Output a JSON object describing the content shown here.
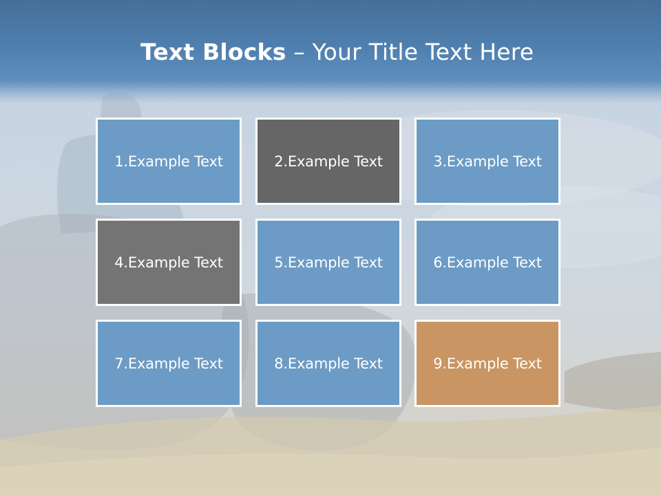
{
  "title": {
    "bold": "Text Blocks",
    "separator": " – ",
    "rest": "Your Title Text Here"
  },
  "blocks": [
    {
      "label": "1.Example Text",
      "color": "#6c9bc5"
    },
    {
      "label": "2.Example Text",
      "color": "#666666"
    },
    {
      "label": "3.Example Text",
      "color": "#6c9bc5"
    },
    {
      "label": "4.Example Text",
      "color": "#747474"
    },
    {
      "label": "5.Example Text",
      "color": "#6c9bc5"
    },
    {
      "label": "6.Example Text",
      "color": "#6c9bc5"
    },
    {
      "label": "7.Example Text",
      "color": "#6c9bc5"
    },
    {
      "label": "8.Example Text",
      "color": "#6c9bc5"
    },
    {
      "label": "9.Example Text",
      "color": "#c99563"
    }
  ],
  "colors": {
    "title_band": "#4f7fae",
    "block_border": "#ffffff",
    "text": "#ffffff"
  }
}
